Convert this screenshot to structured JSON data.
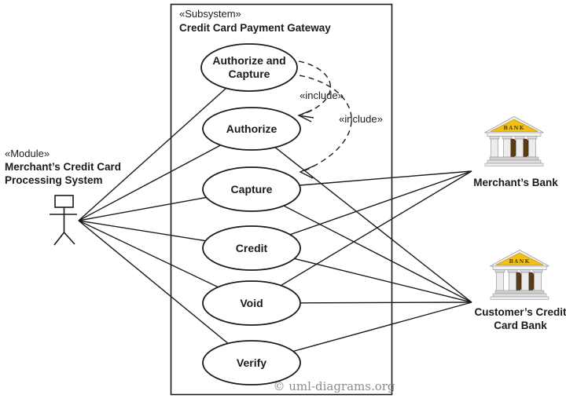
{
  "diagram": {
    "subsystem": {
      "stereotype": "«Subsystem»",
      "name": "Credit Card Payment Gateway"
    },
    "actor": {
      "stereotype": "«Module»",
      "name_lines": [
        "Merchant’s Credit Card",
        "Processing System"
      ]
    },
    "use_cases": [
      {
        "id": "authorize-and-capture",
        "lines": [
          "Authorize and",
          "Capture"
        ]
      },
      {
        "id": "authorize",
        "lines": [
          "Authorize"
        ]
      },
      {
        "id": "capture",
        "lines": [
          "Capture"
        ]
      },
      {
        "id": "credit",
        "lines": [
          "Credit"
        ]
      },
      {
        "id": "void",
        "lines": [
          "Void"
        ]
      },
      {
        "id": "verify",
        "lines": [
          "Verify"
        ]
      }
    ],
    "include_labels": [
      "«include»",
      "«include»"
    ],
    "banks": [
      {
        "id": "merchants-bank",
        "sign": "BANK",
        "name_lines": [
          "Merchant’s Bank"
        ]
      },
      {
        "id": "customers-credit-card-bank",
        "sign": "BANK",
        "name_lines": [
          "Customer’s Credit",
          "Card Bank"
        ]
      }
    ],
    "relationships": {
      "actor_associations": [
        "Authorize and Capture",
        "Authorize",
        "Capture",
        "Credit",
        "Void",
        "Verify"
      ],
      "merchants_bank_associations": [
        "Capture",
        "Credit",
        "Void"
      ],
      "customers_bank_associations": [
        "Authorize",
        "Capture",
        "Credit",
        "Void",
        "Verify"
      ],
      "includes": [
        {
          "from": "Authorize and Capture",
          "to": "Authorize"
        },
        {
          "from": "Authorize and Capture",
          "to": "Capture"
        }
      ]
    },
    "copyright": "© uml-diagrams.org",
    "colors": {
      "line": "#1b1b1b",
      "bank_roof_gold": "#f2c011",
      "bank_door_brown": "#5a3c14",
      "bank_stone": "#ececec",
      "copyright_gray": "#8c8c8c",
      "background": "#ffffff"
    }
  }
}
